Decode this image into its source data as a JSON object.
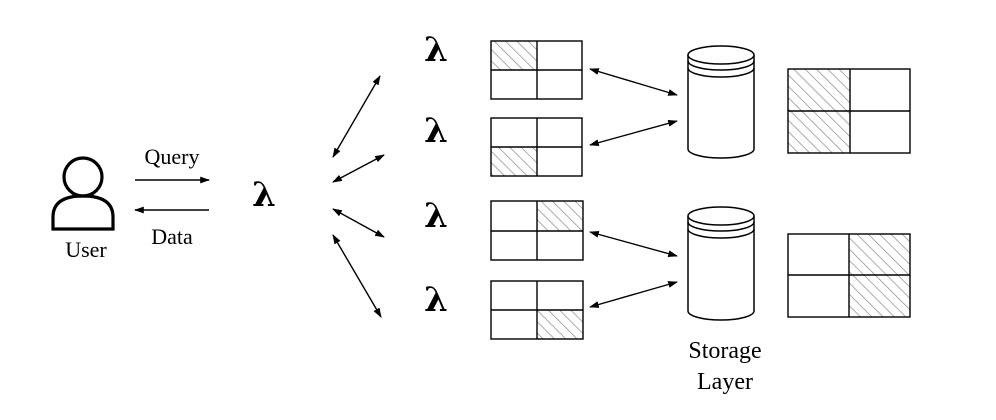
{
  "user": {
    "label": "User"
  },
  "query_label": "Query",
  "data_label": "Data",
  "coordinator_symbol": "λ",
  "workers": [
    {
      "symbol": "λ",
      "hatched_cell": "top-left"
    },
    {
      "symbol": "λ",
      "hatched_cell": "bottom-left"
    },
    {
      "symbol": "λ",
      "hatched_cell": "top-right"
    },
    {
      "symbol": "λ",
      "hatched_cell": "bottom-right"
    }
  ],
  "storage": {
    "label_line1": "Storage",
    "label_line2": "Layer",
    "nodes": [
      {
        "hatched_cells": [
          "top-left",
          "bottom-left"
        ]
      },
      {
        "hatched_cells": [
          "top-right",
          "bottom-right"
        ]
      }
    ]
  }
}
